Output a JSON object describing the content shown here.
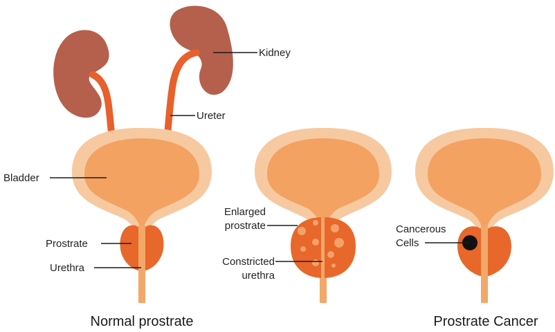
{
  "labels": {
    "kidney": "Kidney",
    "ureter": "Ureter",
    "bladder": "Bladder",
    "prostrate": "Prostrate",
    "urethra": "Urethra",
    "enlarged_line1": "Enlarged",
    "enlarged_line2": "prostrate",
    "constricted_line1": "Constricted",
    "constricted_line2": "urethra",
    "cancerous_line1": "Cancerous",
    "cancerous_line2": "Cells"
  },
  "captions": {
    "normal": "Normal prostrate",
    "cancer": "Prostrate Cancer"
  },
  "colors": {
    "kidney": "#b5604c",
    "ureter": "#e8602c",
    "bladder_wall": "#f7c9a0",
    "bladder_inner": "#f3a262",
    "urethra": "#f2a868",
    "prostate": "#e8672a",
    "nodules": "#f5a26a",
    "cancer_cells": "#111111"
  }
}
